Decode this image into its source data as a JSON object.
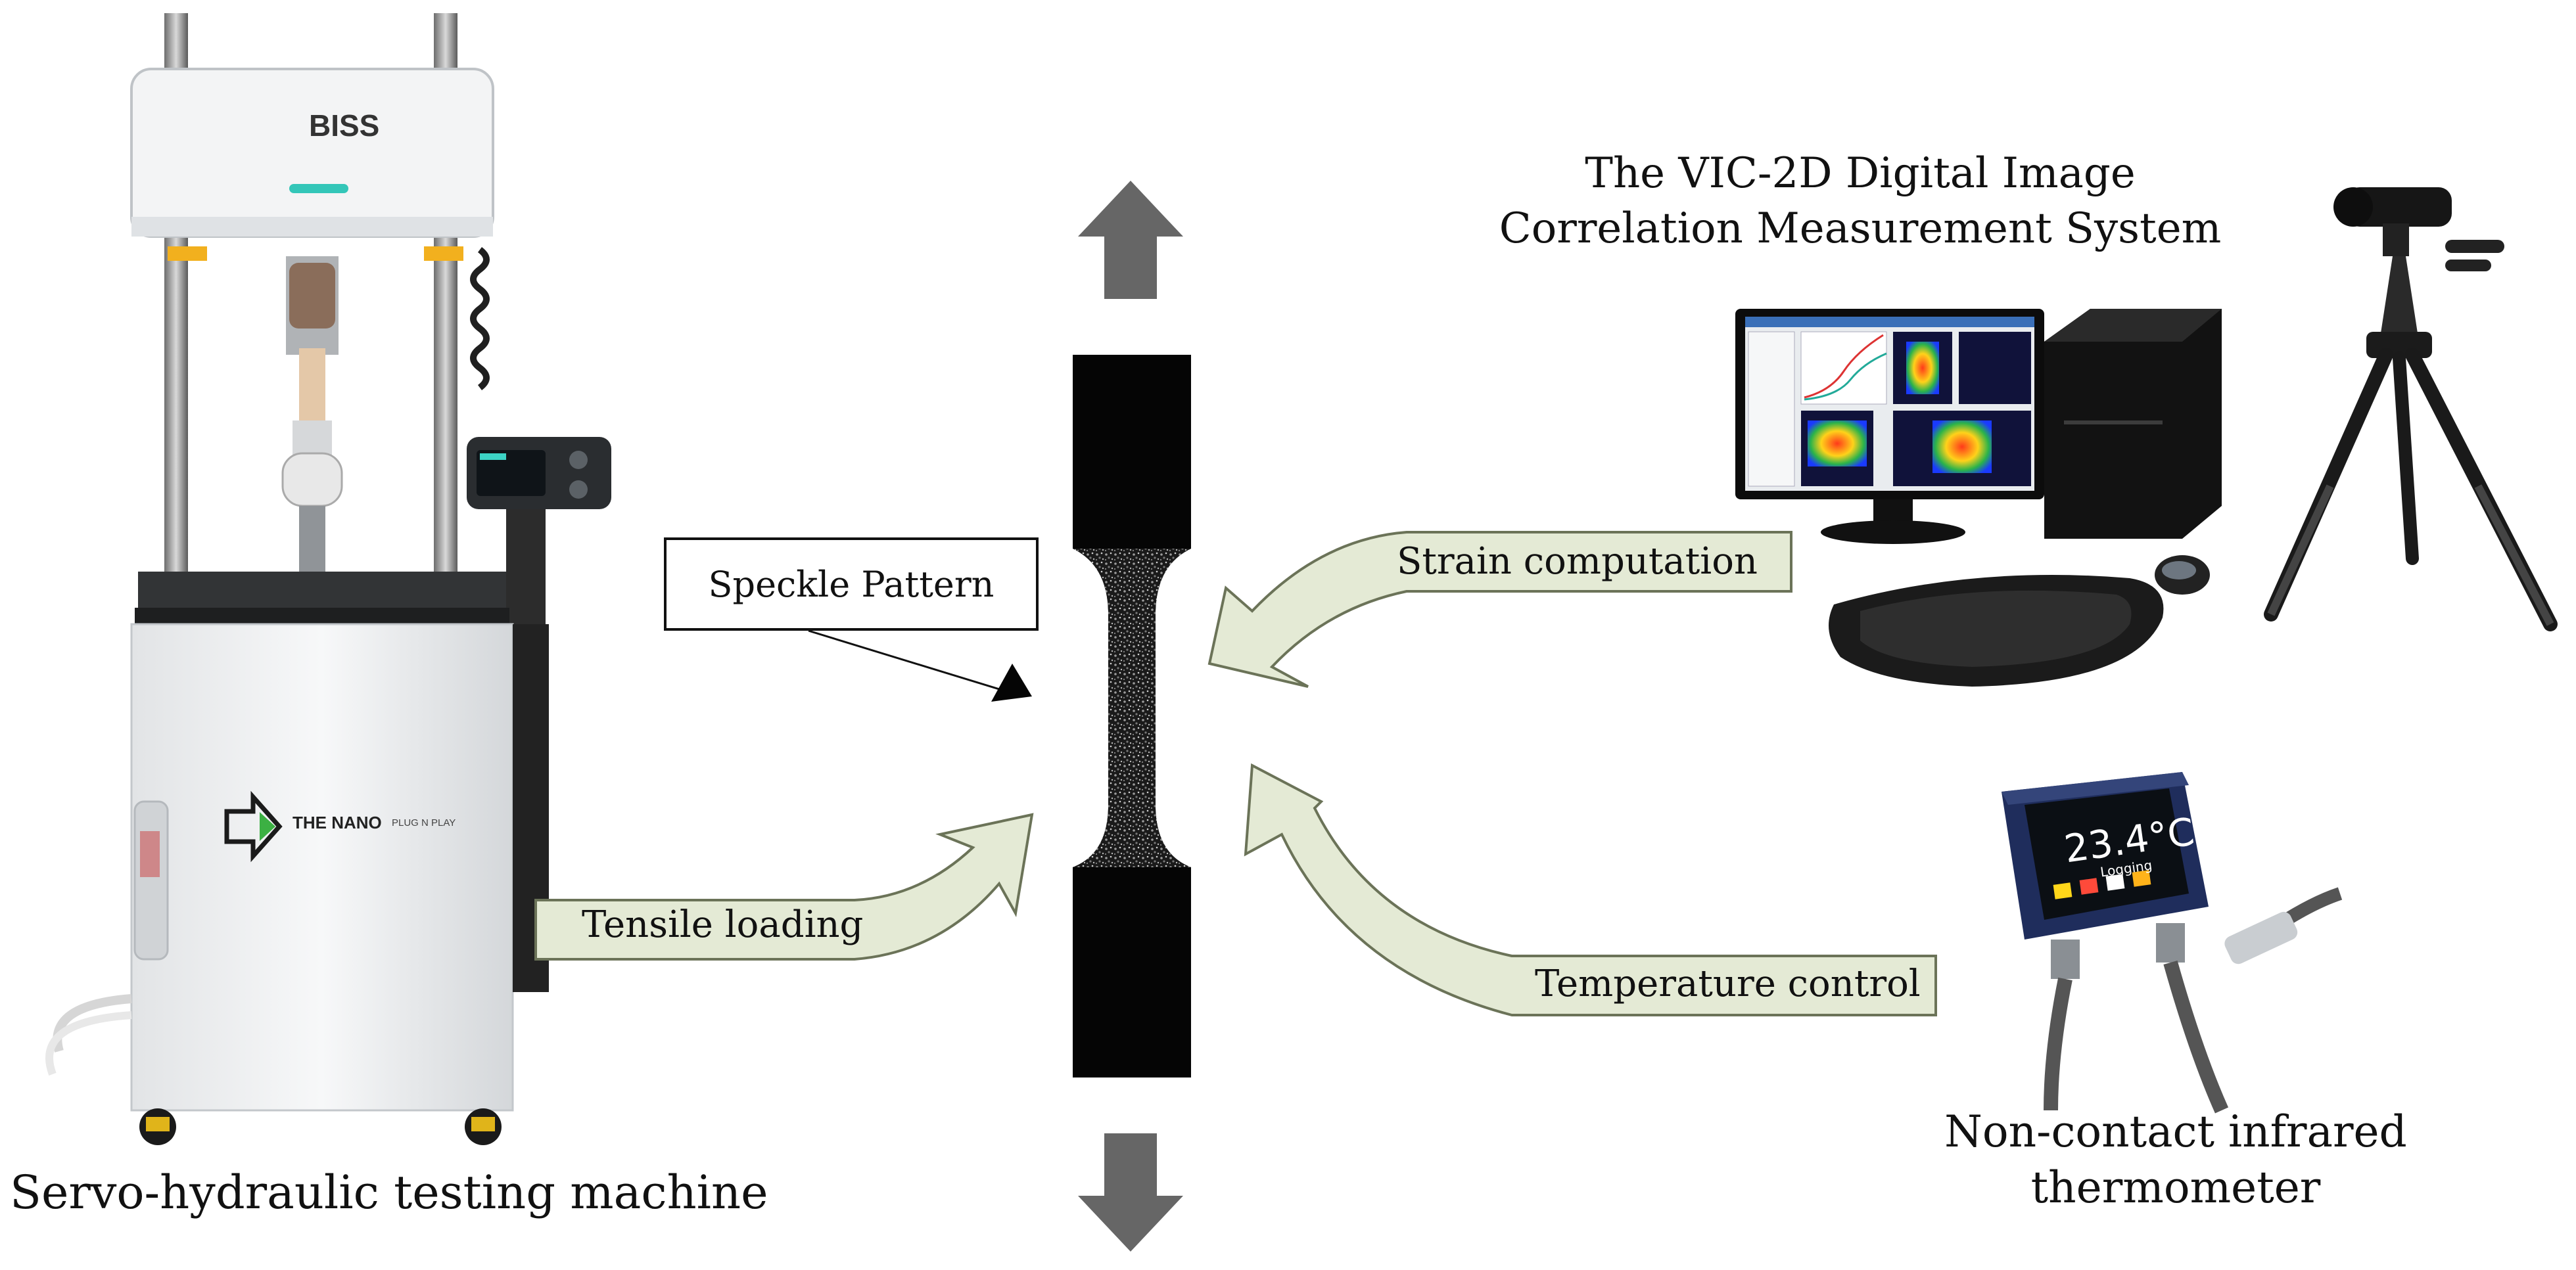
{
  "figure": {
    "machine_caption": "Servo-hydraulic testing machine",
    "dic_title_line1": "The VIC-2D Digital Image",
    "dic_title_line2": "Correlation Measurement System",
    "thermo_caption_line1": "Non-contact infrared",
    "thermo_caption_line2": "thermometer",
    "speckle_label": "Speckle Pattern",
    "arrow_strain": "Strain computation",
    "arrow_tensile": "Tensile loading",
    "arrow_temperature": "Temperature control",
    "machine_brand": "BISS",
    "machine_model": "THE NANO",
    "machine_model_sub": "PLUG N PLAY",
    "thermo_reading": "23.4°C",
    "thermo_status": "Logging"
  },
  "colors": {
    "arrow_fill": "#e4ead5",
    "arrow_stroke": "#6b7358",
    "load_arrow": "#666666",
    "specimen": "#050505",
    "machine_body": "#eef0f2"
  }
}
